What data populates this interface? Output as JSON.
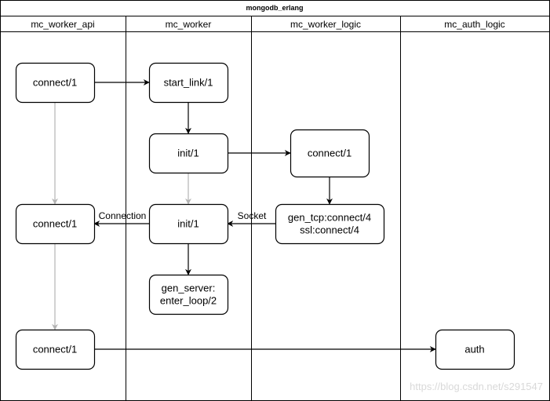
{
  "diagram": {
    "title": "mongodb_erlang",
    "lanes": [
      {
        "id": "api",
        "label": "mc_worker_api"
      },
      {
        "id": "worker",
        "label": "mc_worker"
      },
      {
        "id": "logic",
        "label": "mc_worker_logic"
      },
      {
        "id": "auth",
        "label": "mc_auth_logic"
      }
    ],
    "nodes": [
      {
        "id": "api_connect_1",
        "lines": [
          "connect/1"
        ]
      },
      {
        "id": "start_link",
        "lines": [
          "start_link/1"
        ]
      },
      {
        "id": "init_1",
        "lines": [
          "init/1"
        ]
      },
      {
        "id": "logic_connect",
        "lines": [
          "connect/1"
        ]
      },
      {
        "id": "api_connect_2",
        "lines": [
          "connect/1"
        ]
      },
      {
        "id": "init_2",
        "lines": [
          "init/1"
        ]
      },
      {
        "id": "gen_tcp",
        "lines": [
          "gen_tcp:connect/4",
          "ssl:connect/4"
        ]
      },
      {
        "id": "enter_loop",
        "lines": [
          "gen_server:",
          "enter_loop/2"
        ]
      },
      {
        "id": "api_connect_3",
        "lines": [
          "connect/1"
        ]
      },
      {
        "id": "auth",
        "lines": [
          "auth"
        ]
      }
    ],
    "edges": [
      {
        "from": "api_connect_1",
        "to": "start_link",
        "label": "",
        "color": "#000000"
      },
      {
        "from": "start_link",
        "to": "init_1",
        "label": "",
        "color": "#000000"
      },
      {
        "from": "init_1",
        "to": "logic_connect",
        "label": "",
        "color": "#000000"
      },
      {
        "from": "logic_connect",
        "to": "gen_tcp",
        "label": "",
        "color": "#000000"
      },
      {
        "from": "gen_tcp",
        "to": "init_2",
        "label": "Socket",
        "color": "#000000"
      },
      {
        "from": "init_2",
        "to": "api_connect_2",
        "label": "Connection",
        "color": "#000000"
      },
      {
        "from": "init_2",
        "to": "enter_loop",
        "label": "",
        "color": "#000000"
      },
      {
        "from": "api_connect_1",
        "to": "api_connect_2",
        "label": "",
        "color": "#b3b3b3"
      },
      {
        "from": "init_1",
        "to": "init_2",
        "label": "",
        "color": "#b3b3b3"
      },
      {
        "from": "api_connect_2",
        "to": "api_connect_3",
        "label": "",
        "color": "#b3b3b3"
      },
      {
        "from": "api_connect_3",
        "to": "auth",
        "label": "",
        "color": "#000000"
      }
    ]
  },
  "watermark": "https://blog.csdn.net/s291547"
}
